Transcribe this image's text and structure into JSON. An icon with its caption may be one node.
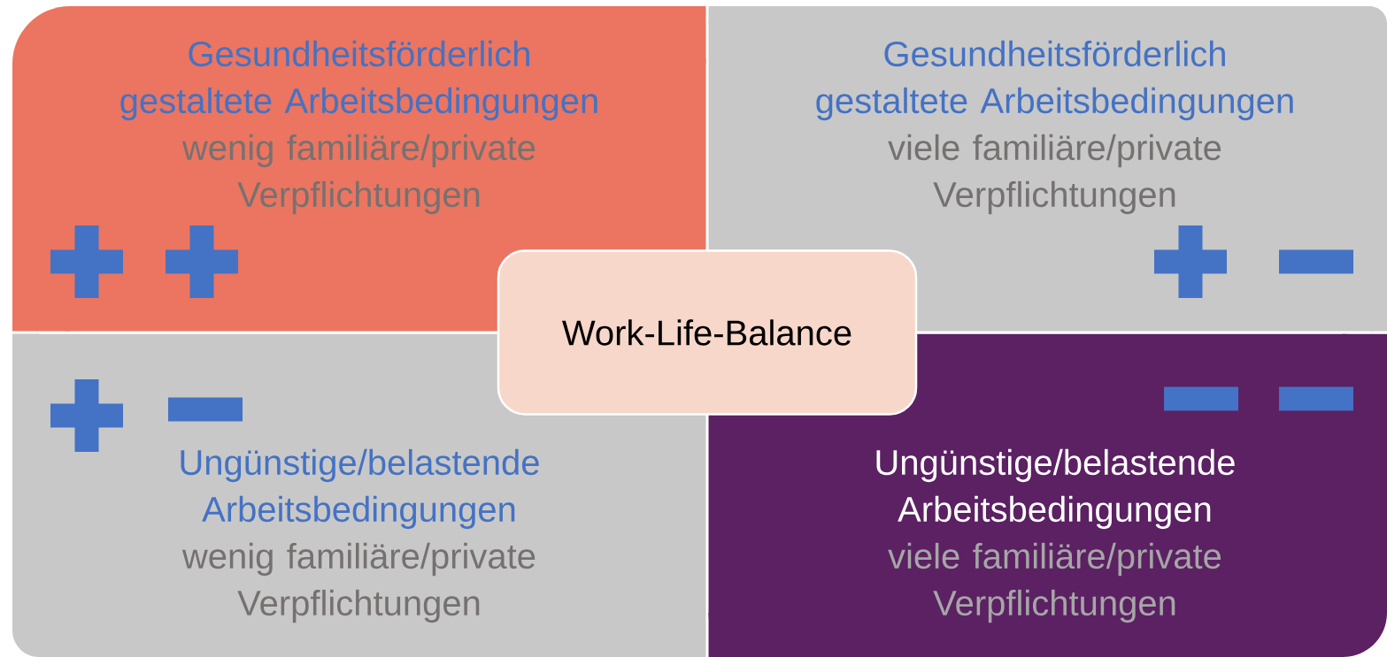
{
  "diagram": {
    "nodes": [
      {
        "text": [
          "Gesundheitsförderlich gestaltete Arbeitsbedingungen",
          "wenig familiäre/private Verpflichtungen"
        ]
      },
      {
        "text": [
          "Gesundheitsförderlich gestaltete Arbeitsbedingungen",
          "viele familiäre/private Verpflichtungen"
        ]
      },
      {
        "text": [
          "Work-Life-Balance"
        ]
      },
      {
        "text": [
          "Ungünstige/belastende Arbeitsbedingungen",
          "wenig familiäre/private Verpflichtungen"
        ]
      },
      {
        "text": [
          "Ungünstige/belastende Arbeitsbedingungen",
          "viele familiäre/private Verpflichtungen"
        ]
      }
    ]
  }
}
